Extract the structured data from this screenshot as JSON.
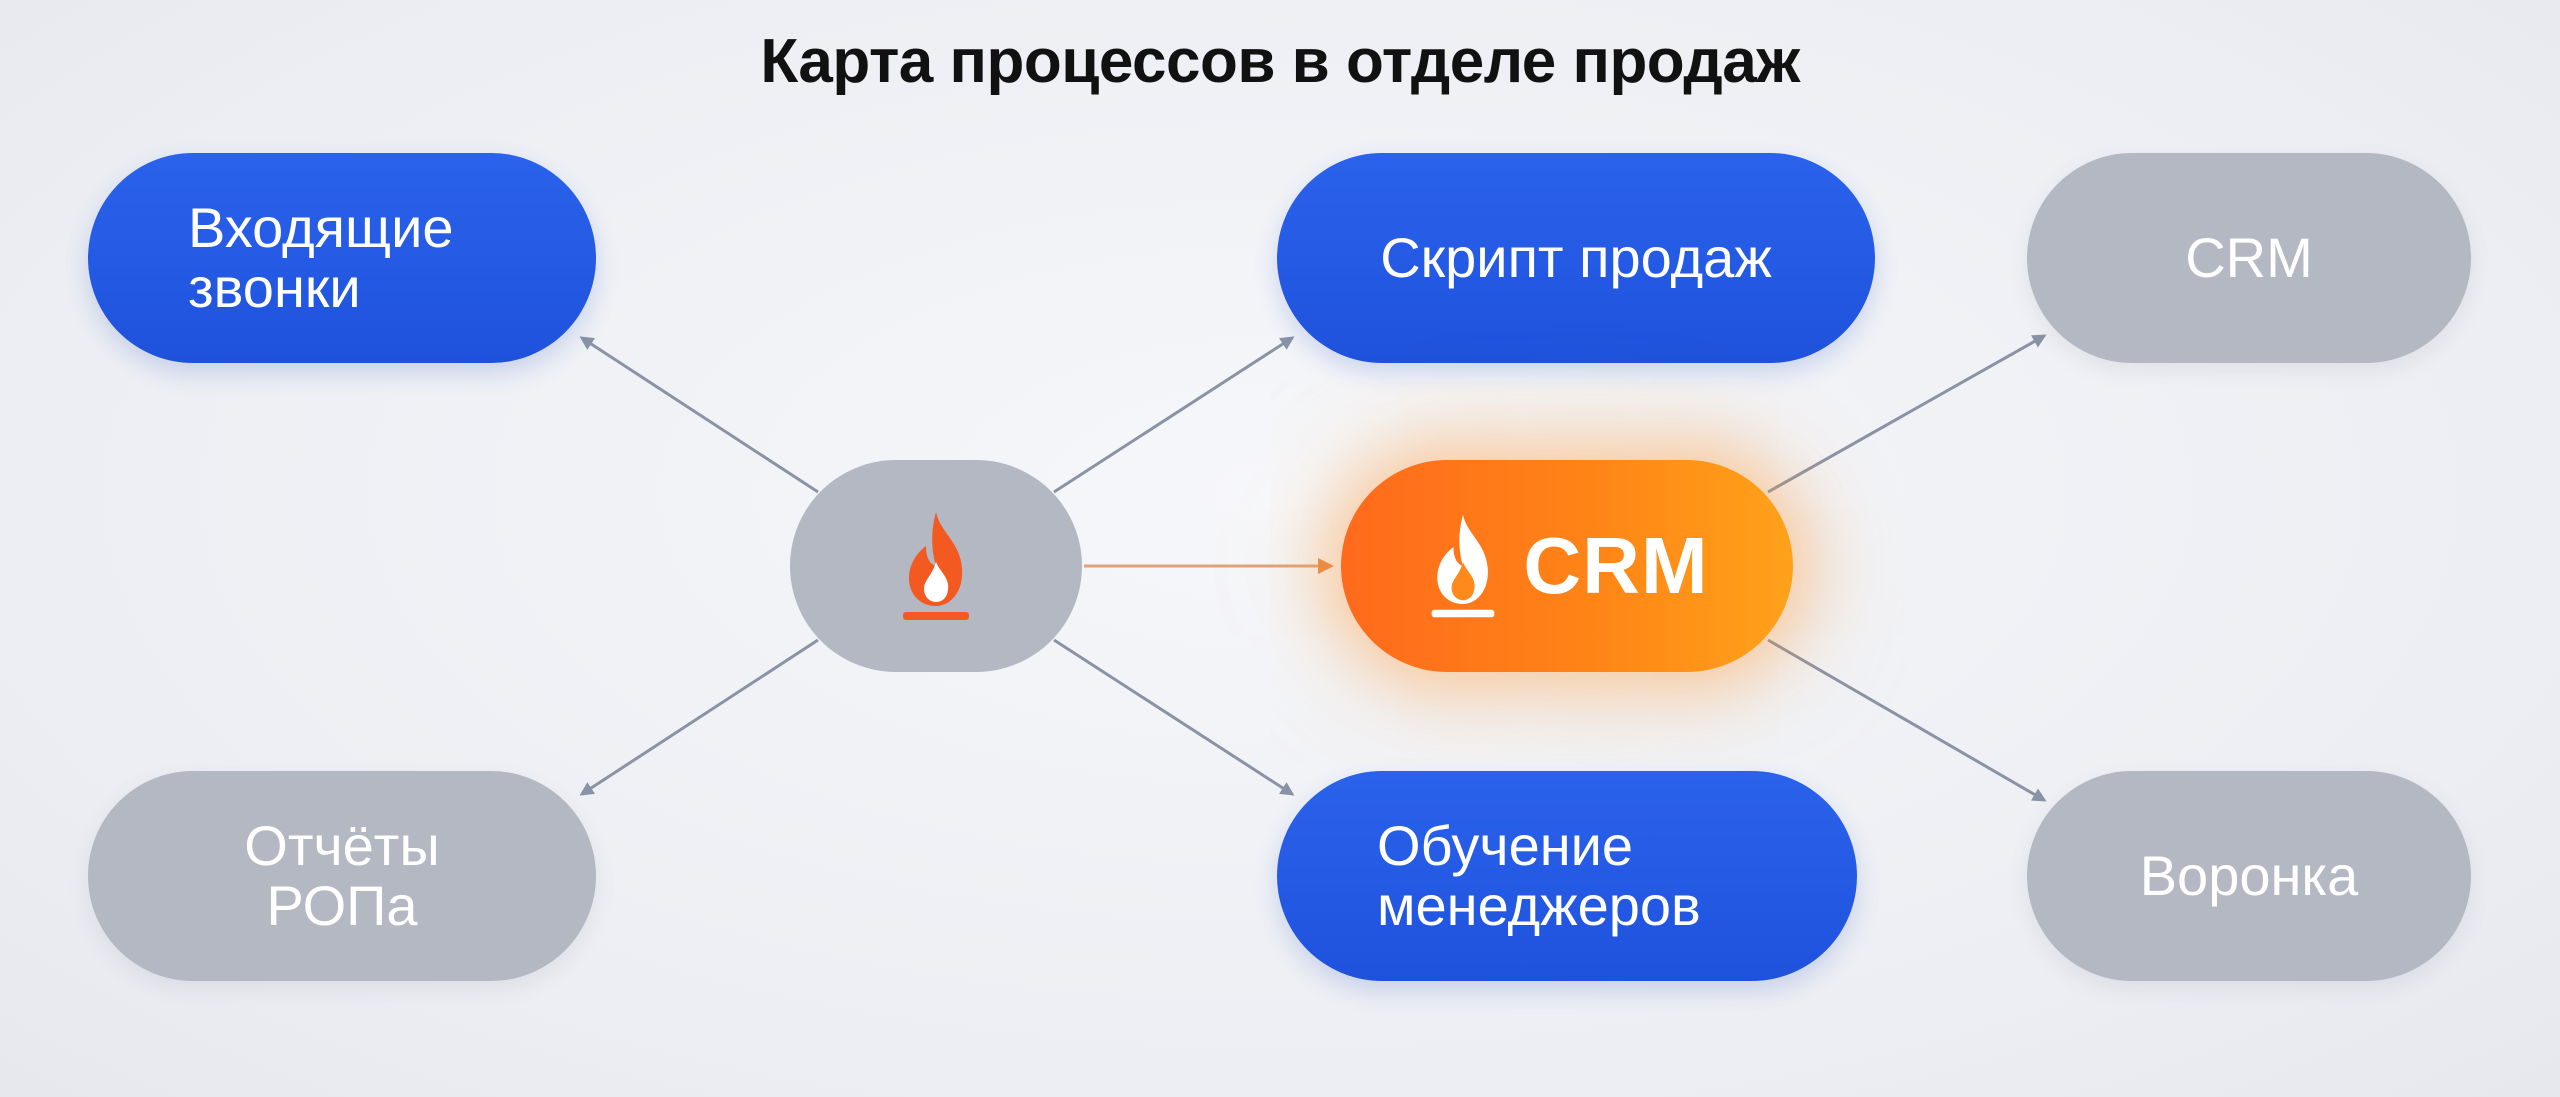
{
  "title": "Карта процессов в отделе продаж",
  "colors": {
    "primary_blue": "#2459e6",
    "neutral_gray": "#b3b8c3",
    "accent_orange": "#ff7a1a",
    "flame_orange": "#f25a22",
    "edge_gray": "#8a93a6",
    "background": "#eef0f4"
  },
  "nodes": {
    "incoming_calls": {
      "label": "Входящие\nзвонки",
      "style": "blue"
    },
    "sales_script": {
      "label": "Скрипт продаж",
      "style": "blue"
    },
    "crm_secondary": {
      "label": "CRM",
      "style": "gray"
    },
    "hub": {
      "icon": "flame-icon",
      "style": "gray"
    },
    "crm_main": {
      "label": "CRM",
      "icon": "flame-icon",
      "style": "orange"
    },
    "reports": {
      "label": "Отчёты\nРОПа",
      "style": "gray"
    },
    "manager_training": {
      "label": "Обучение\nменеджеров",
      "style": "blue"
    },
    "funnel": {
      "label": "Воронка",
      "style": "gray"
    }
  }
}
